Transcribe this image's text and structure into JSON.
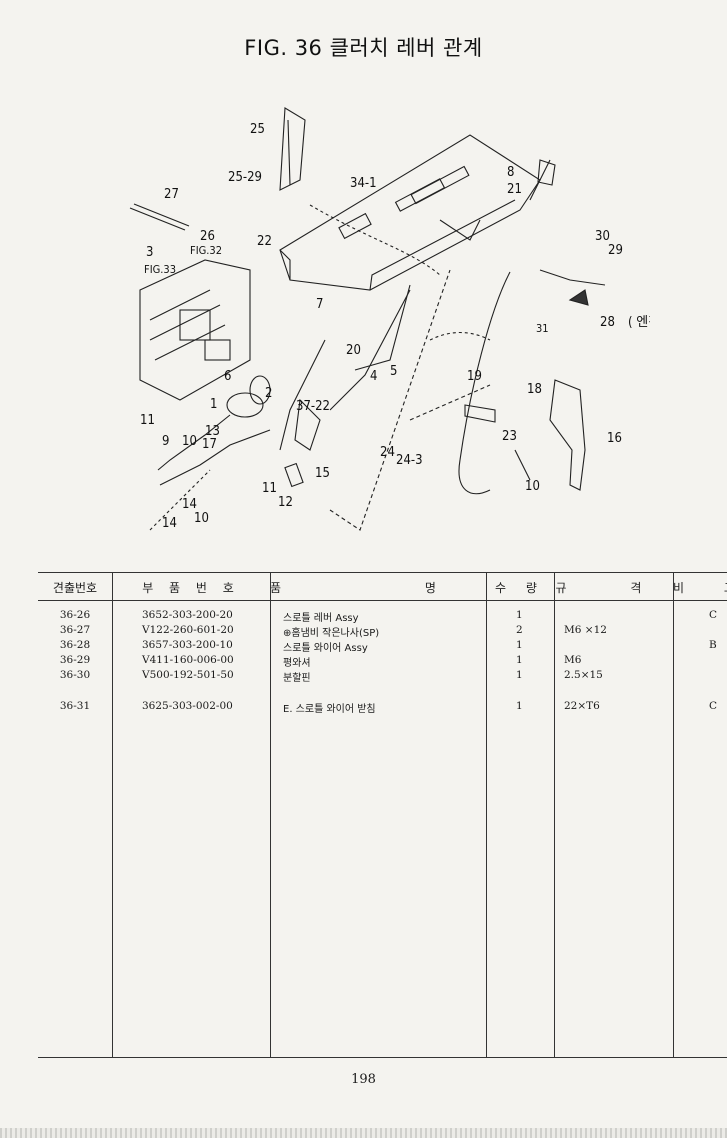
{
  "title": "FIG. 36 클러치 레버 관계",
  "diagram": {
    "callouts": [
      "25",
      "25-29",
      "27",
      "26",
      "3",
      "FIG.32",
      "FIG.33",
      "22",
      "34-1",
      "8",
      "21",
      "30",
      "29",
      "31",
      "28",
      "( 엔진 )",
      "7",
      "20",
      "4",
      "5",
      "19",
      "18",
      "6",
      "2",
      "1",
      "37-22",
      "11",
      "13",
      "9",
      "10",
      "17",
      "23",
      "24",
      "24-3",
      "16",
      "15",
      "10",
      "11",
      "12",
      "14",
      "10"
    ]
  },
  "table": {
    "headers": [
      "견출번호",
      "부 품 번 호",
      "품 명",
      "수 량",
      "규 격",
      "비 고"
    ],
    "rows": [
      {
        "code": "36-26",
        "part": "3652-303-200-20",
        "name": "스로틀 레버 Assy",
        "qty": "1",
        "spec": "",
        "remark": "C"
      },
      {
        "code": "36-27",
        "part": "V122-260-601-20",
        "name": "⊕홈냄비 작은나사(SP)",
        "qty": "2",
        "spec": "M6 ×12",
        "remark": ""
      },
      {
        "code": "36-28",
        "part": "3657-303-200-10",
        "name": "스로틀 와이어 Assy",
        "qty": "1",
        "spec": "",
        "remark": "B"
      },
      {
        "code": "36-29",
        "part": "V411-160-006-00",
        "name": "평와셔",
        "qty": "1",
        "spec": "M6",
        "remark": ""
      },
      {
        "code": "36-30",
        "part": "V500-192-501-50",
        "name": "분할핀",
        "qty": "1",
        "spec": "2.5×15",
        "remark": ""
      },
      {
        "code": "36-31",
        "part": "3625-303-002-00",
        "name": "E. 스로틀 와이어 받침",
        "qty": "1",
        "spec": "22×T6",
        "remark": "C"
      }
    ]
  },
  "page_number": "198"
}
